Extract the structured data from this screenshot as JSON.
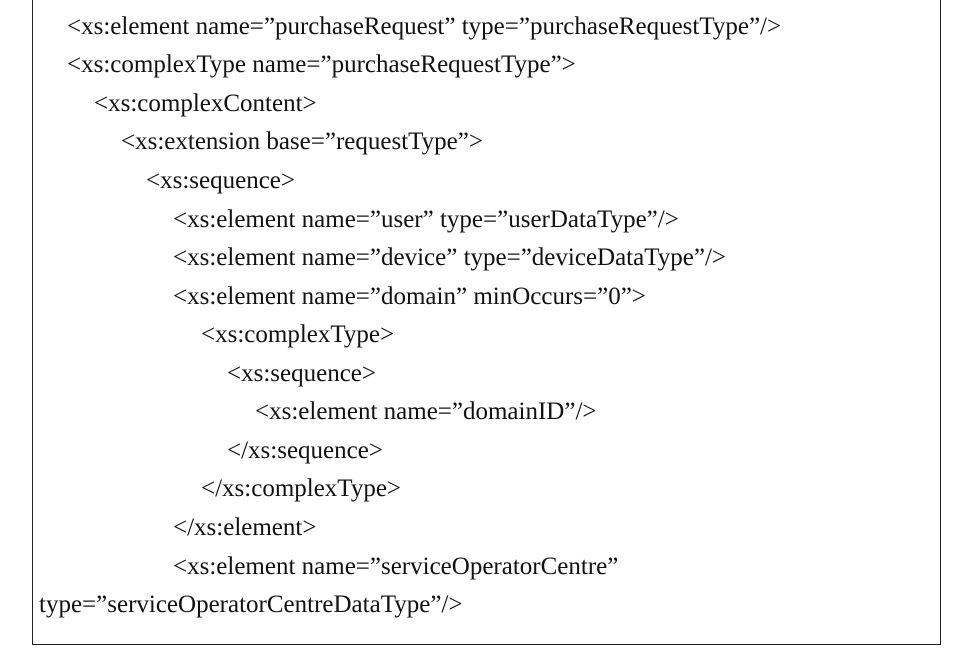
{
  "document": {
    "lines": [
      "<xs:element name=”purchaseRequest” type=”purchaseRequestType”/>",
      "<xs:complexType name=”purchaseRequestType”>",
      "<xs:complexContent>",
      "<xs:extension base=”requestType”>",
      "<xs:sequence>",
      "<xs:element name=”user” type=”userDataType”/>",
      "<xs:element name=”device” type=”deviceDataType”/>",
      "<xs:element name=”domain” minOccurs=”0”>",
      "<xs:complexType>",
      "<xs:sequence>",
      "<xs:element name=”domainID”/>",
      "</xs:sequence>",
      "</xs:complexType>",
      "</xs:element>",
      "<xs:element name=”serviceOperatorCentre”",
      "type=”serviceOperatorCentreDataType”/>"
    ]
  }
}
